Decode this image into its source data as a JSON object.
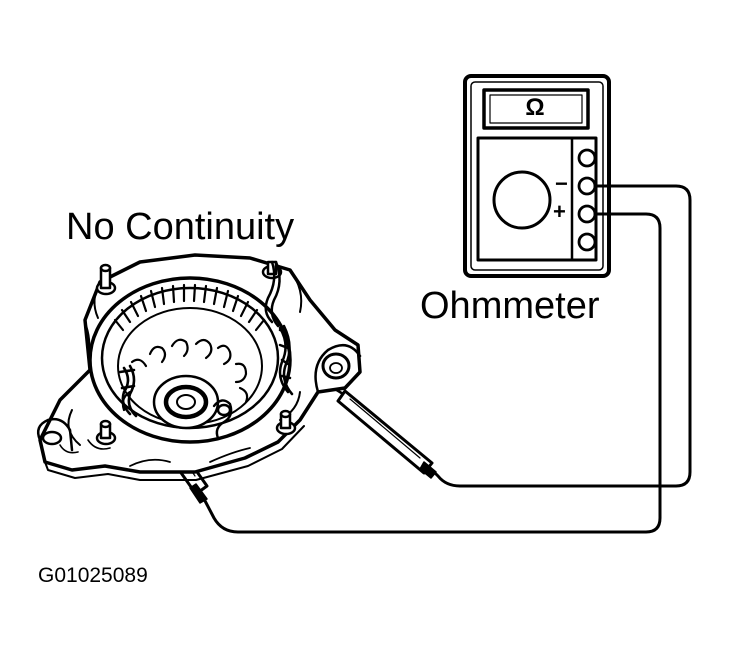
{
  "labels": {
    "no_continuity": "No Continuity",
    "ohmmeter": "Ohmmeter",
    "figure_id": "G01025089"
  },
  "meter": {
    "display_symbol": "Ω",
    "terminal_negative": "−",
    "terminal_positive": "+"
  },
  "colors": {
    "ink": "#000000",
    "paper": "#ffffff"
  }
}
